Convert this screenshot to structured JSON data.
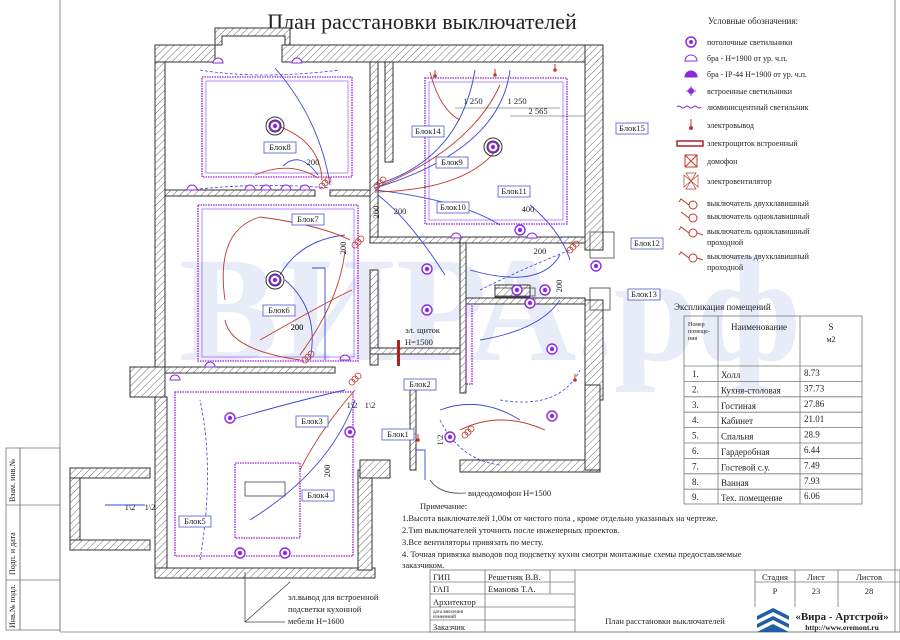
{
  "title": "План расстановки выключателей",
  "watermark": "ВИРА.рф",
  "colors": {
    "lamp": "#8a2be2",
    "wiring_blue": "#3b46d8",
    "wiring_red": "#c0392b",
    "walls": "#333333",
    "watermark": "#e8ecf8"
  },
  "legend": {
    "title": "Условные обозначения:",
    "items": [
      {
        "icon": "ceiling-lamp-icon",
        "label": "потолочные светильники"
      },
      {
        "icon": "wall-lamp-icon",
        "label": "бра - H=1900 от ур. ч.п."
      },
      {
        "icon": "wall-lamp-ip44-icon",
        "label": "бра -  IP-44 H=1900 от ур. ч.п."
      },
      {
        "icon": "recessed-lamp-icon",
        "label": "встроенные светильники"
      },
      {
        "icon": "fluorescent-lamp-icon",
        "label": "люминисцентный светильник"
      },
      {
        "icon": "electrical-outlet-icon",
        "label": "электровывод"
      },
      {
        "icon": "built-in-panel-icon",
        "label": "электрощиток встроенный"
      },
      {
        "icon": "intercom-icon",
        "label": "домофон"
      },
      {
        "icon": "fan-icon",
        "label": "электровентилятор"
      },
      {
        "icon": "double-switch-icon",
        "label": "выключатель двухклавишный"
      },
      {
        "icon": "single-switch-icon",
        "label": "выключатель  одноклавишный"
      },
      {
        "icon": "single-pass-switch-icon",
        "label": "выключатель  одноклавишный",
        "label2": "проходной"
      },
      {
        "icon": "double-pass-switch-icon",
        "label": "выключатель  двухклавишный",
        "label2": "проходной"
      }
    ]
  },
  "explication": {
    "title": "Экспликация  помещений",
    "headers": {
      "num1": "Номер",
      "num2": "помеще-",
      "num3": "ния",
      "name": "Наименование",
      "area1": "S",
      "area2": "м2"
    },
    "rows": [
      {
        "n": "1.",
        "name": "Холл",
        "s": "8.73"
      },
      {
        "n": "2.",
        "name": "Кухня-столовая",
        "s": "37.73"
      },
      {
        "n": "3.",
        "name": "Гостиная",
        "s": "27.86"
      },
      {
        "n": "4.",
        "name": "Кабинет",
        "s": "21.01"
      },
      {
        "n": "5.",
        "name": "Спальня",
        "s": "28.9"
      },
      {
        "n": "6.",
        "name": "Гардеробная",
        "s": "6.44"
      },
      {
        "n": "7.",
        "name": "Гостевой с.у.",
        "s": "7.49"
      },
      {
        "n": "8.",
        "name": "Ванная",
        "s": "7.93"
      },
      {
        "n": "9.",
        "name": "Тех. помещение",
        "s": "6.06"
      }
    ]
  },
  "notes": {
    "title": "Примечание:",
    "items": [
      "1.Высота выключателей 1,00м от   чистого пола , кроме отдельно указанных на чертеже.",
      "2.Тип выключателей уточнить после инженерных проектов.",
      "3.Все вентиляторы привязать по месту.",
      "4. Точная привязка выводов под подсветку кухни смотри монтажные схемы предоставляемые",
      "заказчиком."
    ]
  },
  "plan": {
    "blocks": [
      "Блок1",
      "Блок2",
      "Блок3",
      "Блок4",
      "Блок5",
      "Блок6",
      "Блок7",
      "Блок8",
      "Блок9",
      "Блок10",
      "Блок11",
      "Блок12",
      "Блок13",
      "Блок14",
      "Блок15"
    ],
    "dims": [
      "200",
      "1 250",
      "1 250",
      "2 565",
      "200",
      "200",
      "400",
      "200",
      "200",
      "200",
      "200",
      "200",
      "200",
      "1\\2",
      "1\\2",
      "1\\2",
      "1\\2",
      "1\\2"
    ],
    "panel_label1": "эл. щиток",
    "panel_label2": "H=1500",
    "intercom_label": "видеодомофон H=1500",
    "kitchen_note1": "эл.вывод для встроенной",
    "kitchen_note2": "подсветки кухонной",
    "kitchen_note3": "мебели H=1600"
  },
  "side_stamp": [
    "Взам. инв.№",
    "Подп. и дата",
    "Инв.№ подл."
  ],
  "title_block": {
    "gip_role": "ГИП",
    "gip_name": "Решетняк В.В.",
    "gap_role": "ГАП",
    "gap_name": "Еманова Т.А.",
    "architect": "Архитектор",
    "changes1": "дата внесения",
    "changes2": "изменений",
    "customer": "Заказчик",
    "sheet_title": "План расстановки выключателей",
    "stage_h": "Стадия",
    "sheet_h": "Лист",
    "sheets_h": "Листов",
    "stage": "Р",
    "sheet": "23",
    "sheets": "28",
    "company": "«Вира - Артстрой»",
    "url": "http://www.eremont.ru"
  }
}
